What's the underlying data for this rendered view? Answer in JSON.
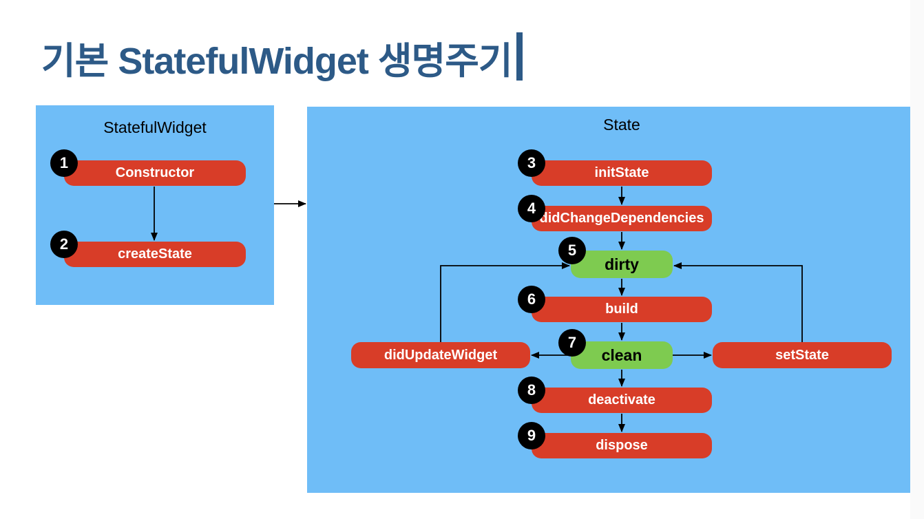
{
  "title": {
    "text": "기본 StatefulWidget 생명주기"
  },
  "colors": {
    "title": "#2d5a87",
    "panel": "#6fbdf7",
    "node_red": "#d83d28",
    "node_green": "#7ecb50",
    "badge": "#000000",
    "arrow": "#000000",
    "text_on_red": "#ffffff",
    "text_on_green": "#000000"
  },
  "panels": {
    "stateful_widget": {
      "label": "StatefulWidget",
      "nodes": [
        {
          "num": "1",
          "label": "Constructor"
        },
        {
          "num": "2",
          "label": "createState"
        }
      ]
    },
    "state": {
      "label": "State",
      "nodes": [
        {
          "num": "3",
          "label": "initState"
        },
        {
          "num": "4",
          "label": "didChangeDependencies"
        },
        {
          "num": "5",
          "label": "dirty"
        },
        {
          "num": "6",
          "label": "build"
        },
        {
          "num": "7",
          "label": "clean"
        },
        {
          "num": "8",
          "label": "deactivate"
        },
        {
          "num": "9",
          "label": "dispose"
        },
        {
          "label": "didUpdateWidget"
        },
        {
          "label": "setState"
        }
      ]
    }
  }
}
